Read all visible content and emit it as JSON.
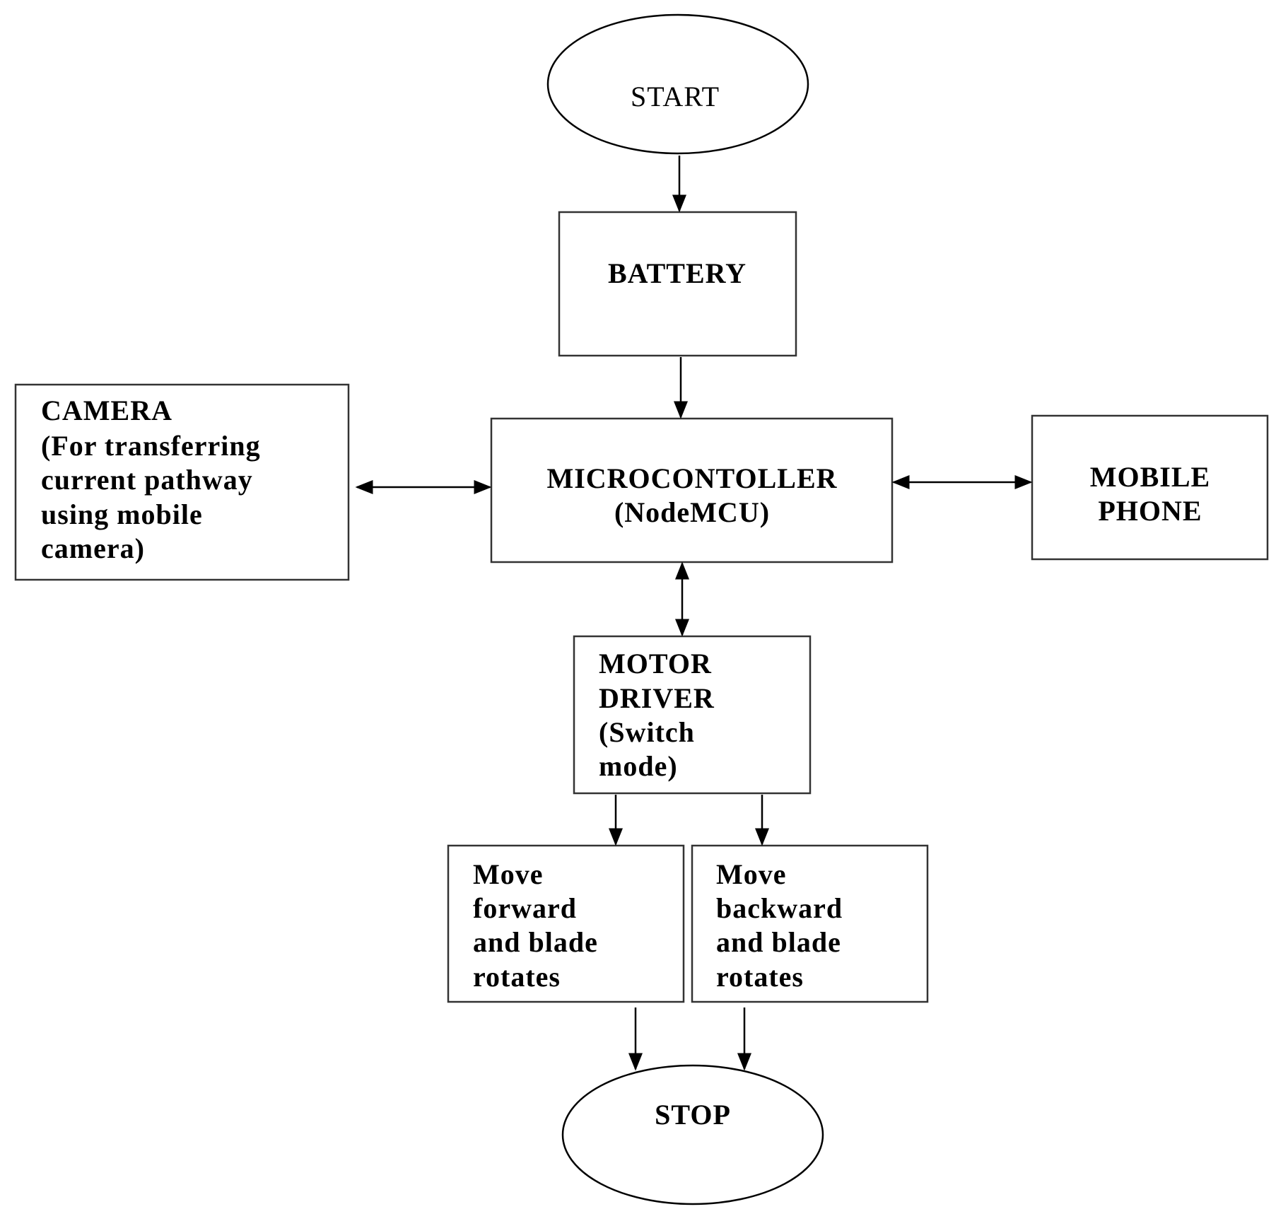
{
  "flowchart": {
    "start": "START",
    "battery": "BATTERY",
    "camera": [
      "CAMERA",
      "(For transferring",
      "current pathway",
      "using mobile",
      "camera)"
    ],
    "microcontroller": [
      "MICROCONTOLLER",
      "(NodeMCU)"
    ],
    "mobile_phone": [
      "MOBILE",
      "PHONE"
    ],
    "motor_driver": [
      "MOTOR",
      "DRIVER",
      "(Switch",
      "mode)"
    ],
    "move_forward": [
      "Move",
      "forward",
      "and blade",
      "rotates"
    ],
    "move_backward": [
      "Move",
      "backward",
      "and blade",
      "rotates"
    ],
    "stop": "STOP"
  }
}
